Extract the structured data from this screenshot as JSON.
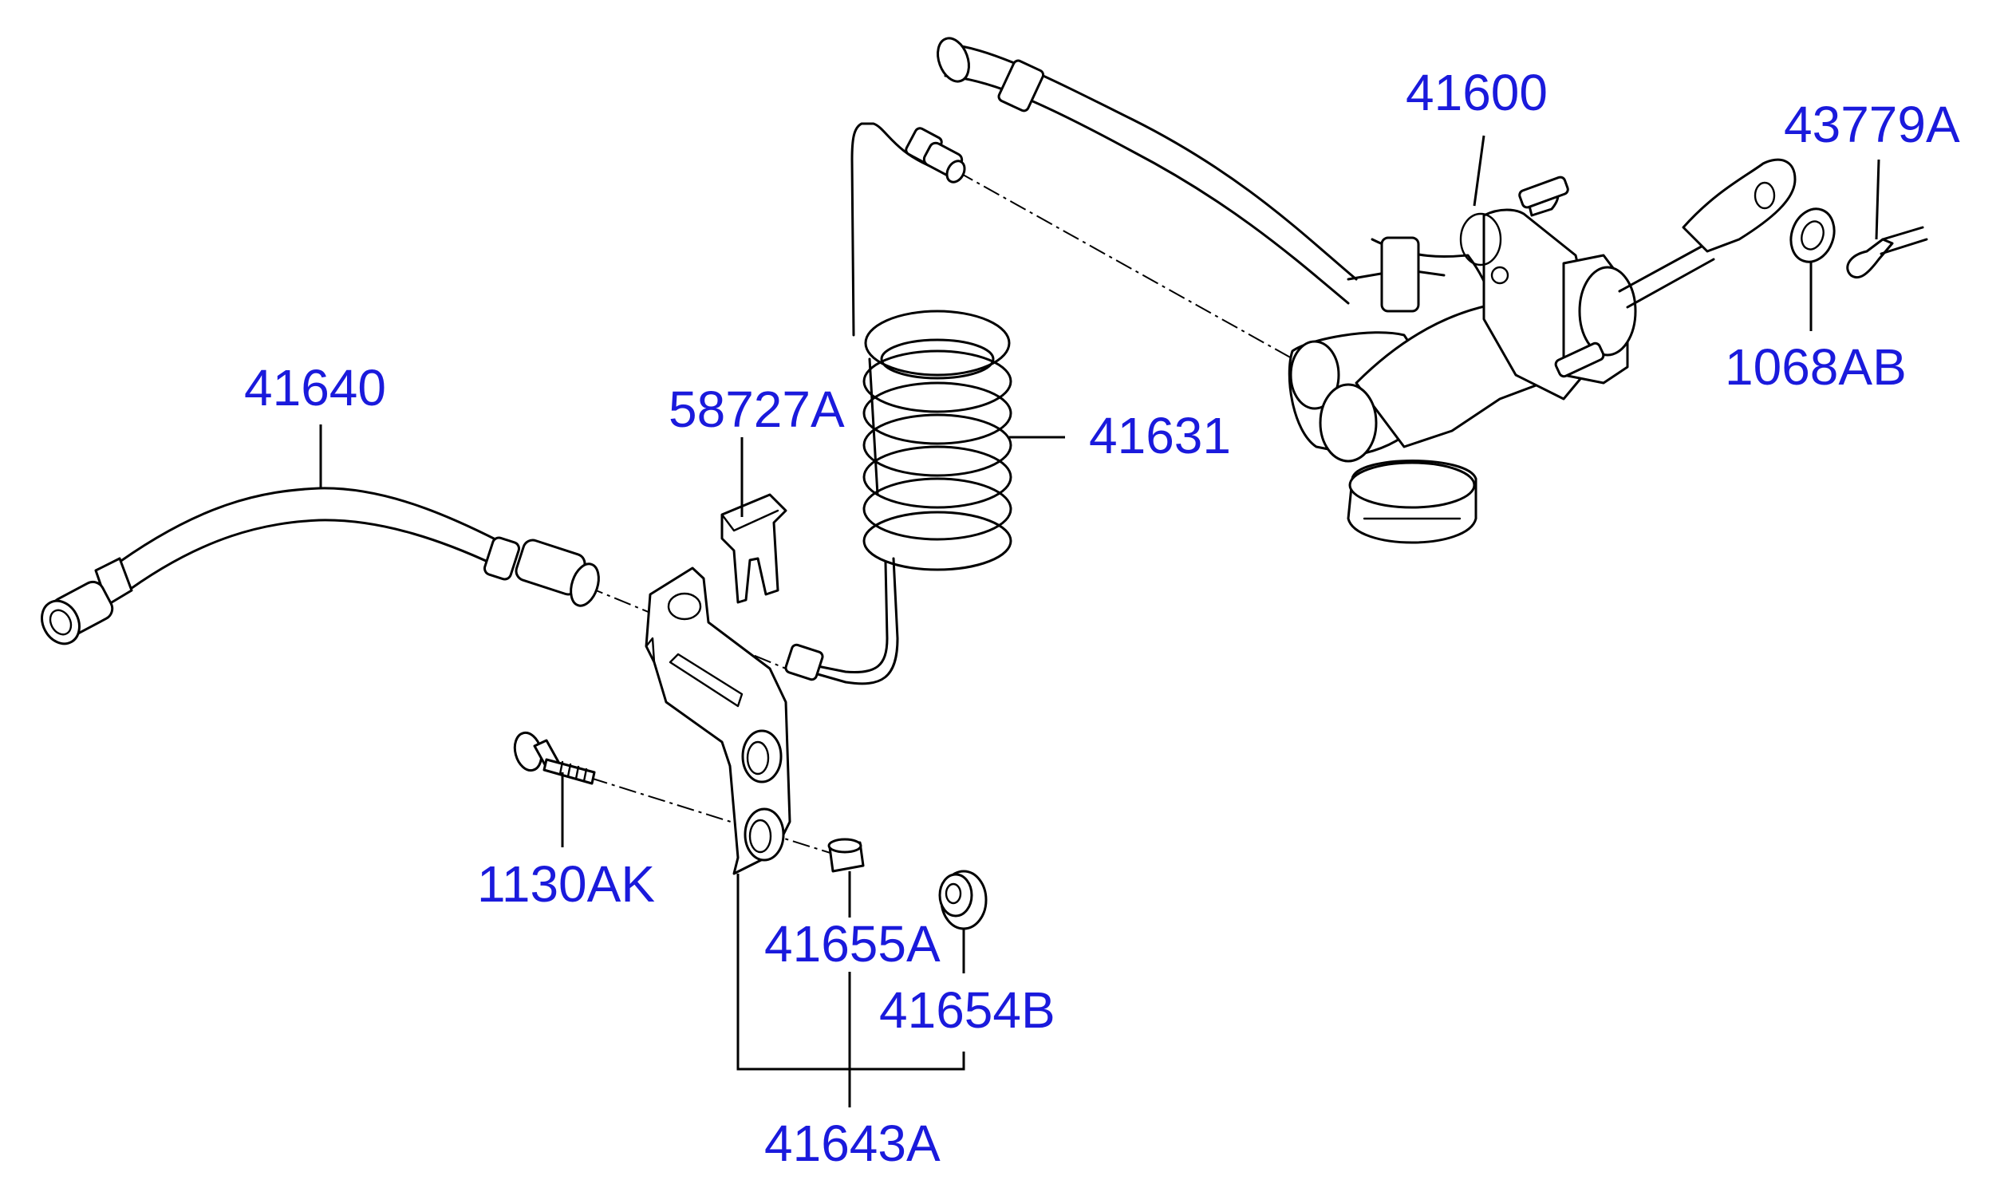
{
  "colors": {
    "label": "#1a1adc",
    "line": "#000000",
    "background": "#ffffff"
  },
  "labels": {
    "p41600": "41600",
    "p43779A": "43779A",
    "p1068AB": "1068AB",
    "p41640": "41640",
    "p58727A": "58727A",
    "p41631": "41631",
    "p1130AK": "1130AK",
    "p41655A": "41655A",
    "p41654B": "41654B",
    "p41643A": "41643A"
  }
}
